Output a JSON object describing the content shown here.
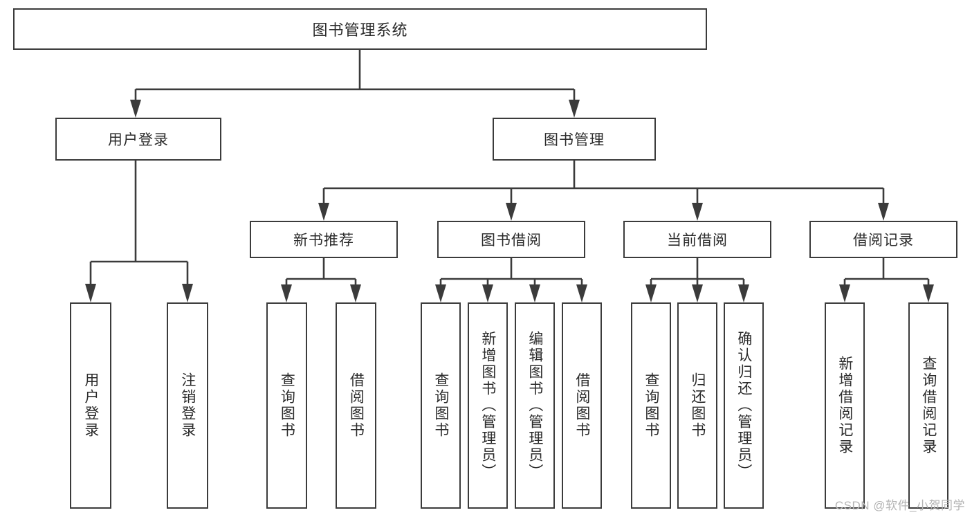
{
  "diagram": {
    "kind": "tree-hierarchy-diagram",
    "title": "图书管理系统",
    "colors": {
      "stroke": "#3b3b3b",
      "fill": "#ffffff",
      "text": "#2b2b2b",
      "watermark": "#b4b4b4",
      "background": "#ffffff"
    },
    "root": {
      "label": "图书管理系统"
    },
    "level2": [
      {
        "label": "用户登录"
      },
      {
        "label": "图书管理"
      }
    ],
    "level3": [
      {
        "label": "新书推荐"
      },
      {
        "label": "图书借阅"
      },
      {
        "label": "当前借阅"
      },
      {
        "label": "借阅记录"
      }
    ],
    "leaves": {
      "user_login": [
        {
          "label": "用户登录"
        },
        {
          "label": "注销登录"
        }
      ],
      "new_book_recommend": [
        {
          "label": "查询图书"
        },
        {
          "label": "借阅图书"
        }
      ],
      "book_borrow": [
        {
          "label": "查询图书"
        },
        {
          "label": "新增图书（管理员）"
        },
        {
          "label": "编辑图书（管理员）"
        },
        {
          "label": "借阅图书"
        }
      ],
      "current_borrow": [
        {
          "label": "查询图书"
        },
        {
          "label": "归还图书"
        },
        {
          "label": "确认归还（管理员）"
        }
      ],
      "borrow_record": [
        {
          "label": "新增借阅记录"
        },
        {
          "label": "查询借阅记录"
        }
      ]
    },
    "watermark": "CSDN @软件_小贺同学"
  }
}
